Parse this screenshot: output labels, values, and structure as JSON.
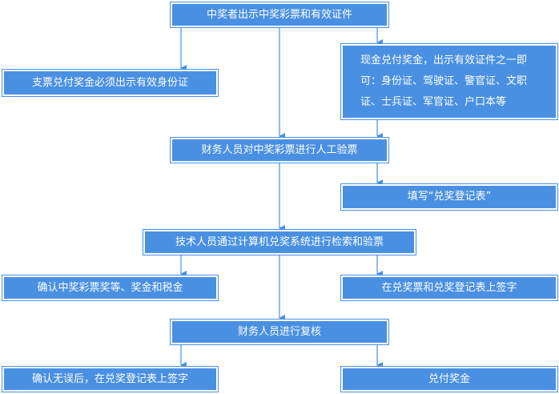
{
  "colors": {
    "box": "#4a90e2",
    "line": "#4a90e2"
  },
  "nodes": {
    "start": "中奖者出示中奖彩票和有效证件",
    "transfer": "支票兑付奖金必须出示有效身份证",
    "cash": "现金兑付奖金，出示有效证件之一即可：身份证、驾驶证、警官证、文职证、士兵证、军官证、户口本等",
    "manual_check": "财务人员对中奖彩票进行人工验票",
    "fill_form": "填写“兑奖登记表”",
    "system_check": "技术人员通过计算机兑奖系统进行检索和验票",
    "confirm_prize": "确认中奖彩票奖等、奖金和税金",
    "sign_form": "在兑奖票和兑奖登记表上签字",
    "review": "财务人员进行复核",
    "confirm_sign": "确认无误后，在兑奖登记表上签字",
    "pay": "兑付奖金"
  }
}
